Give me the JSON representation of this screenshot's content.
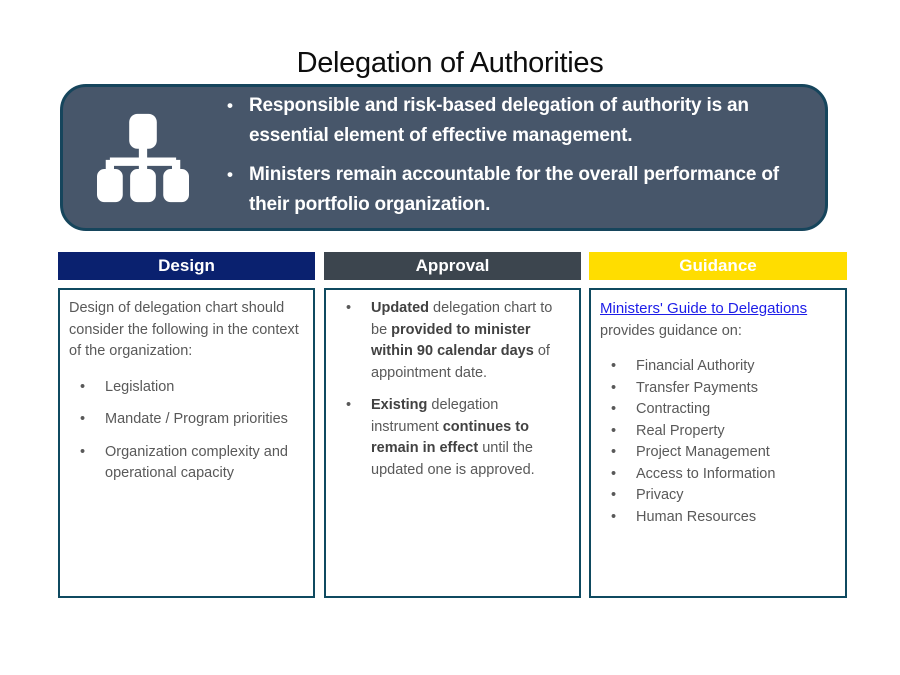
{
  "page": {
    "title": "Delegation of Authorities"
  },
  "hero": {
    "icon": "org-chart-icon",
    "bullets": [
      "Responsible and risk-based delegation of authority is an essential element of effective management.",
      "Ministers remain accountable for the overall performance of their portfolio organization."
    ]
  },
  "columns": [
    {
      "header": "Design",
      "header_color": "#0A216F",
      "intro": "Design of delegation chart should consider the following in the context of the organization:",
      "bullets": [
        "Legislation",
        "Mandate / Program priorities",
        "Organization complexity and operational capacity"
      ]
    },
    {
      "header": "Approval",
      "header_color": "#3C454E",
      "bullets_rich": [
        [
          {
            "t": "Updated",
            "b": true
          },
          {
            "t": " delegation chart to be ",
            "b": false
          },
          {
            "t": "provided to minister within 90 calendar days",
            "b": true
          },
          {
            "t": " of appointment date.",
            "b": false
          }
        ],
        [
          {
            "t": "Existing",
            "b": true
          },
          {
            "t": " delegation instrument ",
            "b": false
          },
          {
            "t": "continues to remain in effect",
            "b": true
          },
          {
            "t": " until the updated one is approved.",
            "b": false
          }
        ]
      ]
    },
    {
      "header": "Guidance",
      "header_color": "#FFDD00",
      "link_label": "Ministers' Guide to Delegations",
      "intro": "provides guidance on:",
      "bullets": [
        "Financial Authority",
        "Transfer Payments",
        "Contracting",
        "Real Property",
        "Project Management",
        "Access to Information",
        "Privacy",
        "Human Resources"
      ]
    }
  ],
  "colors": {
    "hero_fill": "#47566A",
    "hero_border": "#16455C",
    "design_header": "#0A216F",
    "approval_header": "#3C454E",
    "guidance_header": "#FFDD00",
    "body_box_border": "#0F4A60",
    "body_text": "#595959",
    "bold_text": "#424242",
    "link_blue": "#1D1DE8",
    "header_text": "#FFFFFF"
  }
}
